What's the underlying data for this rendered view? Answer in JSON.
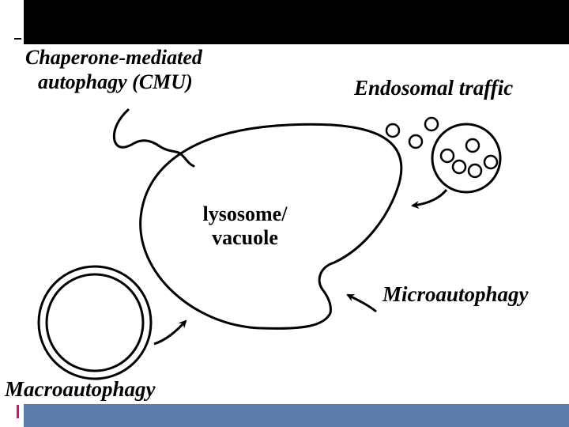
{
  "colors": {
    "header_bar": "#000000",
    "footer_bar": "#5a7bab",
    "footer_accent": "#d6127a",
    "stroke": "#000000"
  },
  "labels": {
    "cmu_line1": "Chaperone-mediated",
    "cmu_line2": "autophagy (CMU)",
    "endosomal": "Endosomal traffic",
    "organelle_line1": "lysosome/",
    "organelle_line2": "vacuole",
    "microautophagy": "Microautophagy",
    "macroautophagy": "Macroautophagy"
  }
}
